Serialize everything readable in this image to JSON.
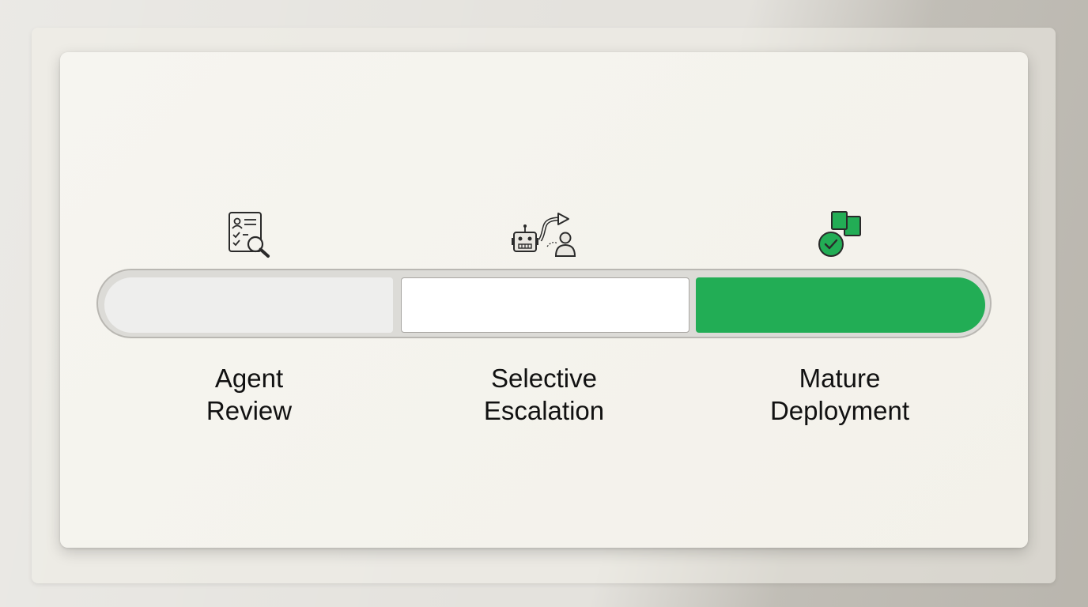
{
  "colors": {
    "accent_green": "#22ad55",
    "segment_light": "#eeeeed",
    "segment_white": "#ffffff",
    "text": "#111111"
  },
  "stages": [
    {
      "line1": "Agent",
      "line2": "Review",
      "icon": "checklist-magnifier-icon"
    },
    {
      "line1": "Selective",
      "line2": "Escalation",
      "icon": "robot-escalate-person-icon"
    },
    {
      "line1": "Mature",
      "line2": "Deployment",
      "icon": "deployed-check-icon"
    }
  ]
}
